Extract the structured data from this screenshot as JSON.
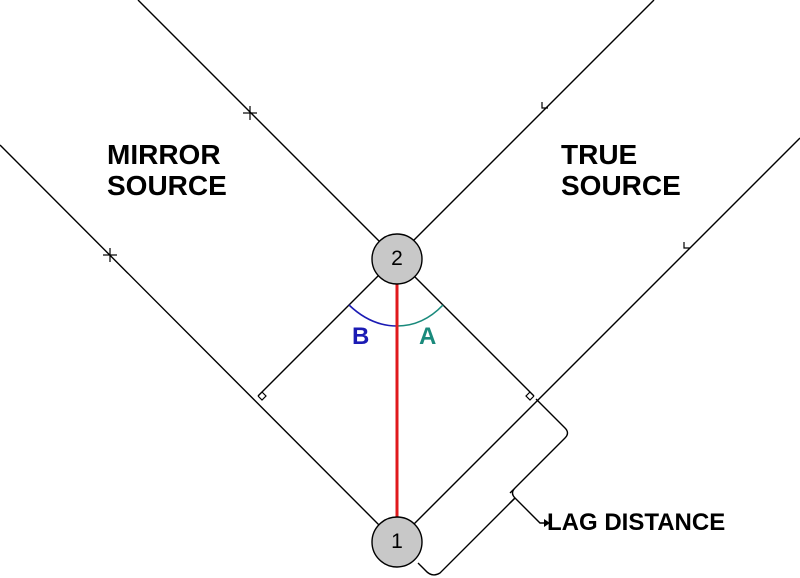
{
  "diagram": {
    "mirror_source_label": [
      "MIRROR",
      "SOURCE"
    ],
    "true_source_label": [
      "TRUE",
      "SOURCE"
    ],
    "angle_a_label": "A",
    "angle_b_label": "B",
    "node_1_label": "1",
    "node_2_label": "2",
    "lag_distance_label": "LAG DISTANCE"
  },
  "colors": {
    "line": "#000000",
    "node_fill": "#c8c8c8",
    "connector": "#e0191c",
    "angle_a": "#1a8a7c",
    "angle_b": "#1b1bb4"
  }
}
